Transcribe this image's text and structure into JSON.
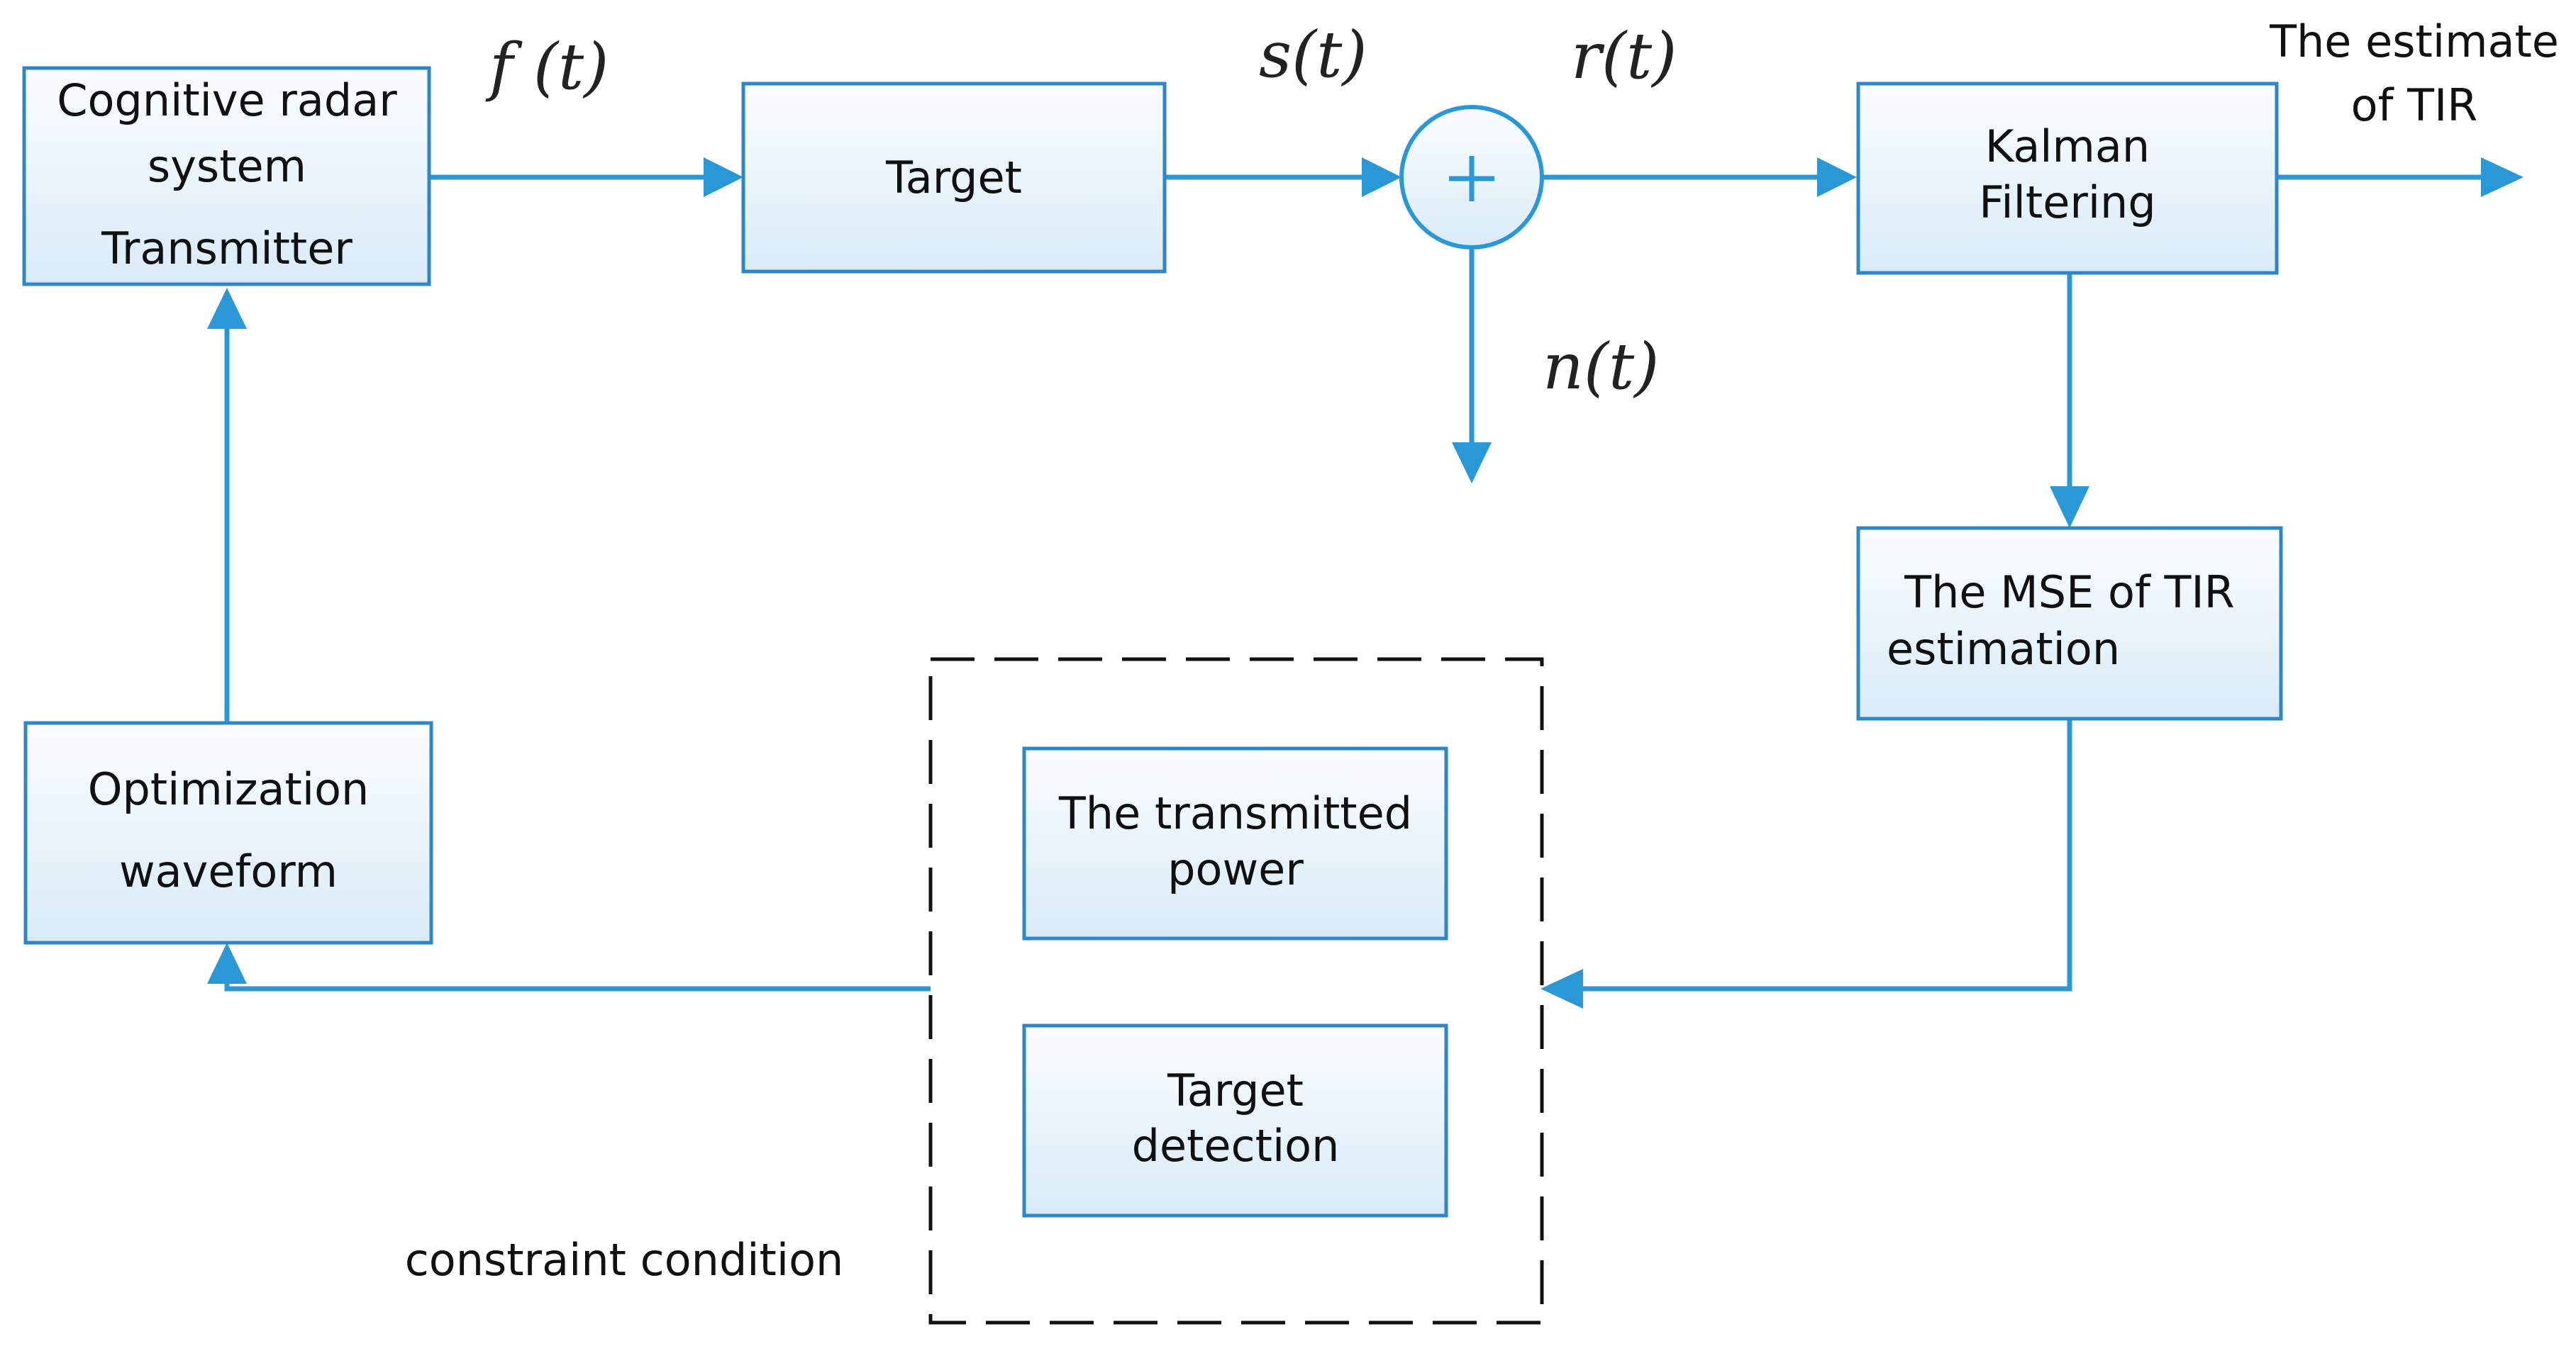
{
  "blocks": {
    "transmitter": [
      "Cognitive radar",
      "system",
      "Transmitter"
    ],
    "target": [
      "Target"
    ],
    "kalman": [
      "Kalman",
      "Filtering"
    ],
    "mse": [
      "The  MSE  of  TIR",
      "estimation"
    ],
    "optimization": [
      "Optimization",
      "waveform"
    ],
    "power": [
      "The transmitted",
      "power"
    ],
    "detection": [
      "Target",
      "detection"
    ]
  },
  "labels": {
    "ft": "f (t)",
    "st": "s(t)",
    "rt": "r(t)",
    "nt": "n(t)",
    "estimate": [
      "The estimate",
      "of TIR"
    ],
    "constraint": "constraint condition",
    "sum_symbol": "+"
  },
  "colors": {
    "line": "#2a98d6",
    "box_border": "#2e86c8",
    "box_fill_top": "#fbfdff",
    "box_fill_bottom": "#d9ebf8",
    "dashed": "#111111",
    "text": "#111111"
  }
}
